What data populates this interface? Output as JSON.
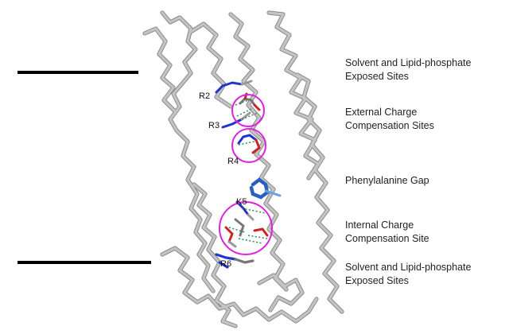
{
  "site_labels": {
    "solvent_top": "Solvent and Lipid-phosphate\nExposed Sites",
    "external": "External Charge\nCompensation Sites",
    "gap": "Phenylalanine Gap",
    "internal": "Internal Charge\nCompensation Site",
    "solvent_bottom": "Solvent and Lipid-phosphate\nExposed Sites"
  },
  "residues": {
    "r2": "R2",
    "r3": "R3",
    "r4": "R4",
    "k5": "K5",
    "r6": "R6"
  },
  "colors": {
    "backbone": "#c4c4c4",
    "backbone_edge": "#8a8a8a",
    "highlight_circle": "#dd22dd",
    "nitrogen": "#2233cc",
    "oxygen": "#cc2222",
    "phenylalanine": "#2a5fc0",
    "hbond": "#2e8b57",
    "divider": "#000000"
  }
}
